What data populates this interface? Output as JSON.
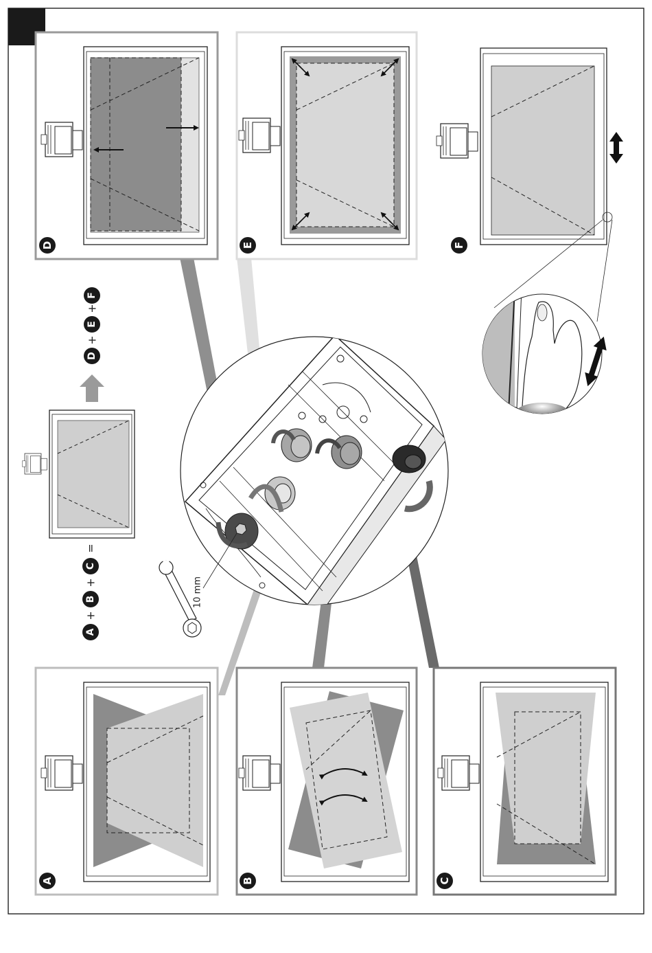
{
  "panels": {
    "a": "A",
    "b": "B",
    "c": "C",
    "d": "D",
    "e": "E",
    "f": "F"
  },
  "formula_abc": {
    "a": "A",
    "plus1": "+",
    "b": "B",
    "plus2": "+",
    "c": "C",
    "equals": "="
  },
  "formula_def": {
    "d": "D",
    "plus1": "+",
    "e": "E",
    "plus2": "+",
    "f": "F"
  },
  "wrench_size": "10 mm",
  "colors": {
    "panel_frame_dark": "#777777",
    "panel_frame_mid": "#9a9a9a",
    "panel_frame_light": "#dddddd",
    "projection_dark": "#8c8c8c",
    "projection_light": "#cfcfcf",
    "label_bg": "#1a1a1a"
  }
}
